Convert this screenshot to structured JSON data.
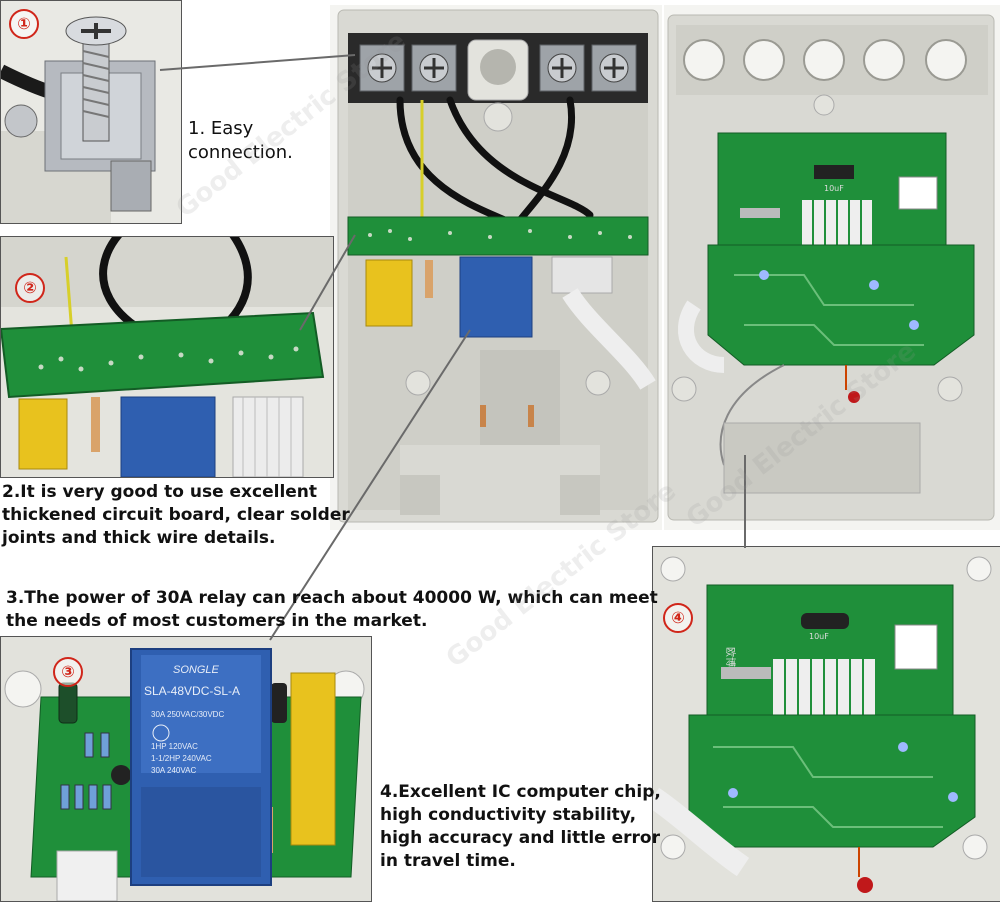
{
  "badges": [
    "①",
    "②",
    "③",
    "④"
  ],
  "captions": {
    "c1_line1": "1. Easy",
    "c1_line2": "connection.",
    "c2_line1": "2.It is very good to use excellent",
    "c2_line2": "thickened circuit board, clear solder",
    "c2_line3": "joints and thick wire details.",
    "c3_line1": "3.The power of 30A relay can reach about 40000 W, which can meet",
    "c3_line2": "the needs of most customers in the market.",
    "c4_line1": "4.Excellent IC computer chip,",
    "c4_line2": "high conductivity stability,",
    "c4_line3": "high accuracy and little error",
    "c4_line4": "in travel time."
  },
  "watermark": "Good Electric Store",
  "relay_label": {
    "brand": "SONGLE",
    "model": "SLA-48VDC-SL-A",
    "rating": "30A 250VAC/30VDC",
    "hp1": "1HP 120VAC",
    "hp2": "1-1/2HP 240VAC",
    "amp": "30A 240VAC"
  },
  "board_marks": {
    "capacitor_top": "10uF",
    "capacitor_bottom": "10uF",
    "chip_label": "欧博时"
  },
  "colors": {
    "badge_red": "#d0261a",
    "pcb_green": "#1f8f3a",
    "relay_blue": "#2f5fb0",
    "capacitor_yellow": "#e8c21e",
    "enclosure_gray": "#d6d6d0"
  }
}
